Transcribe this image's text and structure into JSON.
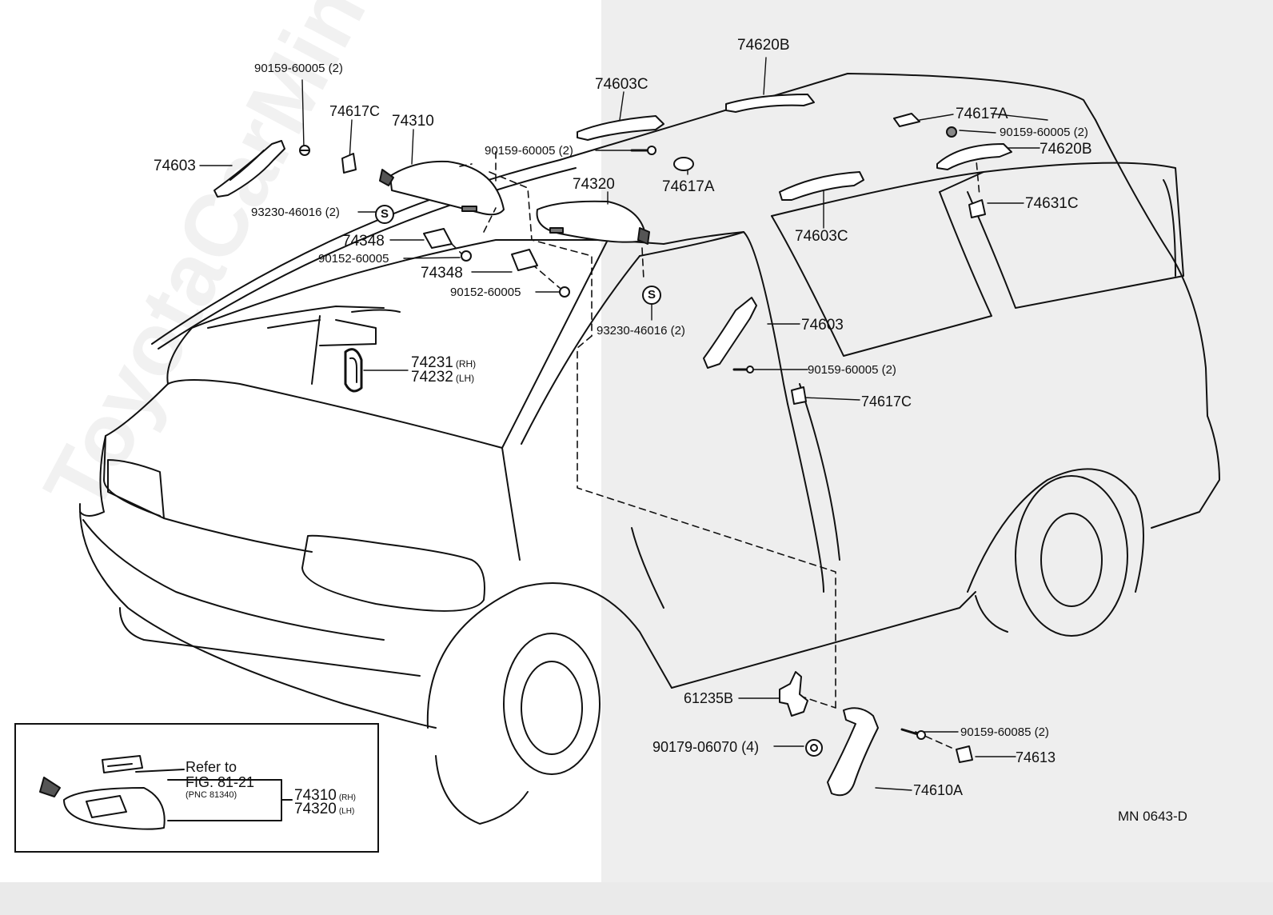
{
  "watermark": "ToyotaCarMiner.ru",
  "drawing_code": "MN 0643-D",
  "callouts": {
    "p90159_60005_top": "90159-60005 (2)",
    "p74617c_top": "74617C",
    "p74310": "74310",
    "p74603_left": "74603",
    "p93230_left": "93230-46016 (2)",
    "p74348_a": "74348",
    "p90152_a": "90152-60005",
    "p74348_b": "74348",
    "p90152_b": "90152-60005",
    "p74620b_top": "74620B",
    "p74603c_top": "74603C",
    "p90159_mid": "90159-60005 (2)",
    "p74320": "74320",
    "p74617a_mid": "74617A",
    "p74617a_right": "74617A",
    "p90159_right": "90159-60005 (2)",
    "p74620b_right": "74620B",
    "p74631c": "74631C",
    "p74603c_right": "74603C",
    "p74603_right": "74603",
    "p93230_right": "93230-46016 (2)",
    "p90159_lower": "90159-60005 (2)",
    "p74617c_lower": "74617C",
    "p74231": "74231",
    "p74231_side": "(RH)",
    "p74232": "74232",
    "p74232_side": "(LH)",
    "p61235b": "61235B",
    "p90179": "90179-06070 (4)",
    "p90159_60085": "90159-60085 (2)",
    "p74613": "74613",
    "p74610a": "74610A",
    "s_mark": "S"
  },
  "inset": {
    "refer_line1": "Refer to",
    "refer_line2": "FIG. 81-21",
    "refer_line3": "(PNC 81340)",
    "p74310": "74310",
    "p74310_side": "(RH)",
    "p74320": "74320",
    "p74320_side": "(LH)"
  }
}
